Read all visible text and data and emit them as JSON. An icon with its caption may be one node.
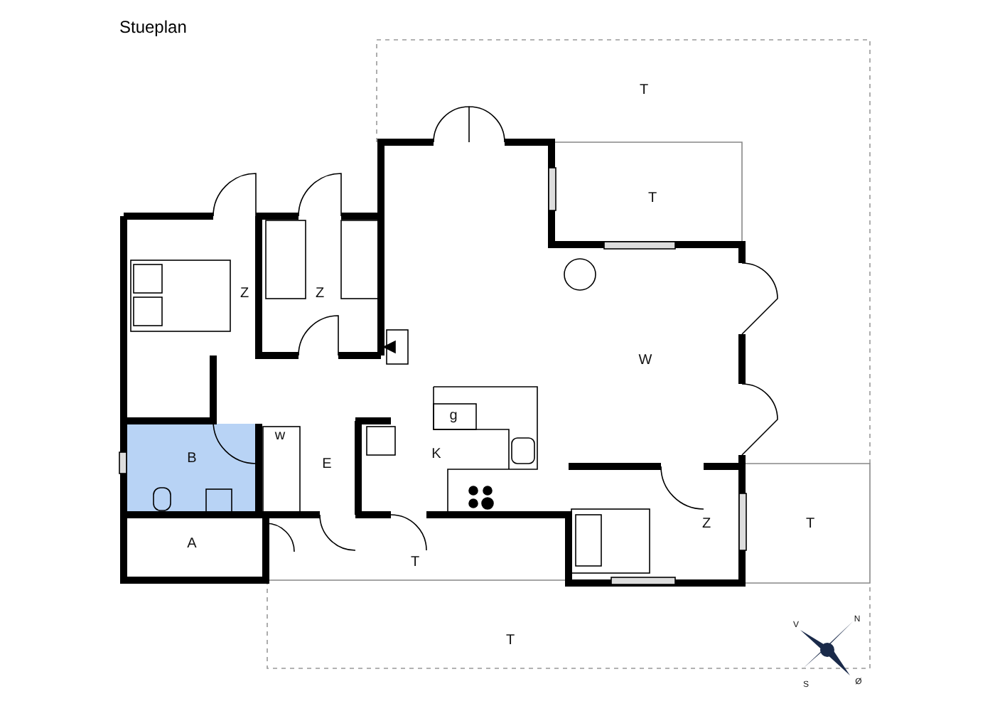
{
  "diagram": {
    "title": "Stueplan",
    "labels": [
      "T",
      "T",
      "Z",
      "Z",
      "W",
      "g",
      "w",
      "B",
      "E",
      "K",
      "Z",
      "T",
      "A",
      "T",
      "T",
      "N",
      "V",
      "S",
      "Ø"
    ]
  }
}
